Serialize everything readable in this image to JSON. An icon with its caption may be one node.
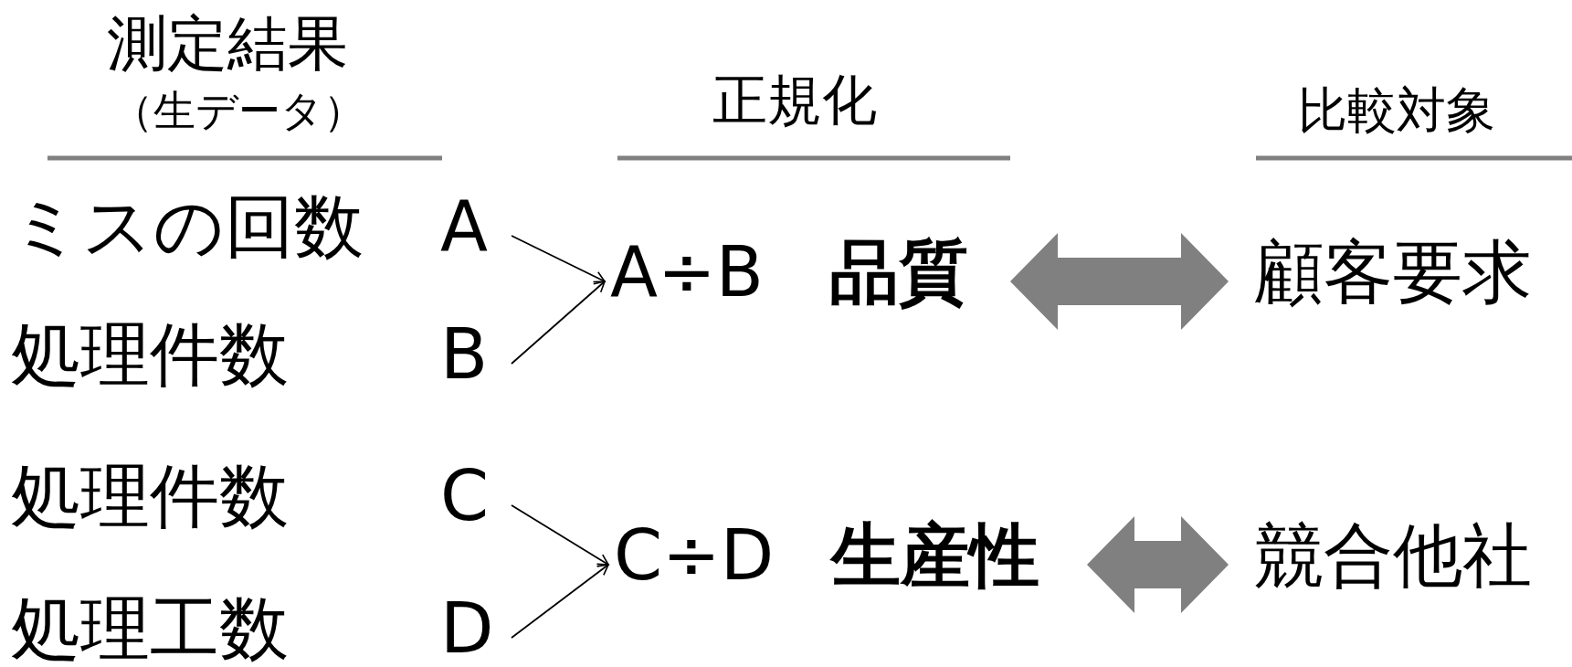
{
  "diagram": {
    "nodes": [
      {
        "text": [
          "ミスの回数",
          "A"
        ]
      },
      {
        "text": [
          "処理件数",
          "B"
        ]
      },
      {
        "text": [
          "A÷B",
          "品質"
        ]
      },
      {
        "text": [
          "顧客要求"
        ]
      },
      {
        "text": [
          "処理件数",
          "C"
        ]
      },
      {
        "text": [
          "処理工数",
          "D"
        ]
      },
      {
        "text": [
          "C÷D",
          "生産性"
        ]
      },
      {
        "text": [
          "競合他社"
        ]
      }
    ],
    "edges": [
      {
        "from": 0,
        "to": 2,
        "arrow": "to"
      },
      {
        "from": 1,
        "to": 2,
        "arrow": "to"
      },
      {
        "from": 2,
        "to": 3,
        "arrow": "both",
        "style": "thick",
        "color": "#808080"
      },
      {
        "from": 4,
        "to": 6,
        "arrow": "to"
      },
      {
        "from": 5,
        "to": 6,
        "arrow": "to"
      },
      {
        "from": 6,
        "to": 7,
        "arrow": "both",
        "style": "thick",
        "color": "#808080"
      }
    ],
    "labels": [
      "測定結果",
      "（生データ）",
      "正規化",
      "比較対象"
    ]
  }
}
